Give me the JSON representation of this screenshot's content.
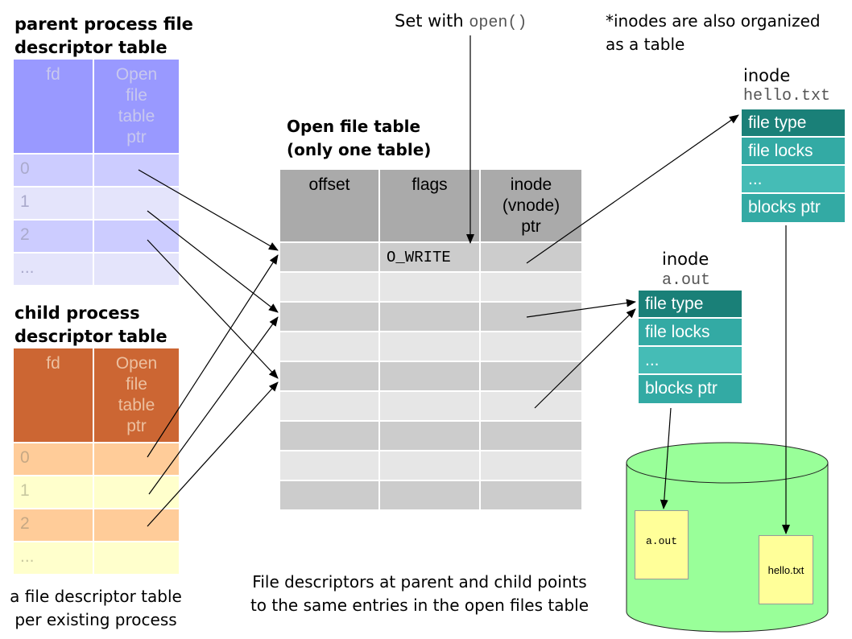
{
  "parent": {
    "title_line1": "parent process file",
    "title_line2": "descriptor table",
    "headers": {
      "fd": "fd",
      "ptr_line1": "Open",
      "ptr_line2": "file",
      "ptr_line3": "table",
      "ptr_line4": "ptr"
    },
    "rows": [
      "0",
      "1",
      "2",
      "..."
    ]
  },
  "child": {
    "title_line1": "child process",
    "title_line2": "descriptor table",
    "headers": {
      "fd": "fd",
      "ptr_line1": "Open",
      "ptr_line2": "file",
      "ptr_line3": "table",
      "ptr_line4": "ptr"
    },
    "rows": [
      "0",
      "1",
      "2",
      "..."
    ]
  },
  "footer_left": {
    "line1": "a file descriptor table",
    "line2": "per existing process"
  },
  "open_file_table": {
    "title_line1": "Open file table",
    "title_line2": "(only one table)",
    "headers": {
      "offset": "offset",
      "flags": "flags",
      "inode_line1": "inode",
      "inode_line2": "(vnode)",
      "inode_line3": "ptr"
    },
    "first_flag": "O_WRITE"
  },
  "set_with": {
    "text": "Set with ",
    "code": "open()"
  },
  "inodes_note": {
    "line1": "*inodes are also organized",
    "line2": "as a table"
  },
  "inode_hello": {
    "label": "inode",
    "filename": "hello.txt",
    "rows": [
      "file type",
      "file locks",
      "...",
      "blocks ptr"
    ]
  },
  "inode_aout": {
    "label": "inode",
    "filename": "a.out",
    "rows": [
      "file type",
      "file locks",
      "...",
      "blocks ptr"
    ]
  },
  "disk": {
    "file_aout": "a.out",
    "file_hello": "hello.txt"
  },
  "footer_center": {
    "line1": "File descriptors at parent and child points",
    "line2": "to the same entries in the open files table"
  },
  "colors": {
    "parent_header": "#9999ff",
    "parent_row": "#ccccff",
    "child_header": "#cc6633",
    "child_row": "#ffcc99",
    "child_row_alt": "#ffffcc",
    "open_table_header": "#aaaaaa",
    "inode_dark": "#1a8078",
    "inode_mid": "#33aaa4",
    "disk": "#99ff99",
    "file": "#ffff99"
  }
}
